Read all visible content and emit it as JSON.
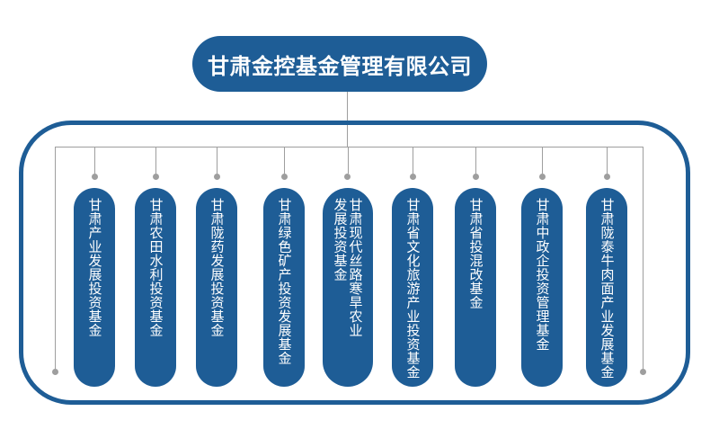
{
  "root": {
    "label": "甘肃金控基金管理有限公司"
  },
  "funds": [
    {
      "label": "甘肃产业发展投资基金"
    },
    {
      "label": "甘肃农田水利投资基金"
    },
    {
      "label": "甘肃陇药发展投资基金"
    },
    {
      "label": "甘肃绿色矿产投资发展基金"
    },
    {
      "label": "甘肃现代丝路寒旱农业发展投资基金"
    },
    {
      "label": "甘肃省文化旅游产业投资基金"
    },
    {
      "label": "甘肃省投混改基金"
    },
    {
      "label": "甘肃中政企投资管理基金"
    },
    {
      "label": "甘肃陇泰牛肉面产业发展基金"
    }
  ],
  "colors": {
    "node_fill": "#1e5d96",
    "frame_border": "#1e5d96",
    "connector": "#9e9e9e",
    "text": "#ffffff",
    "background": "#ffffff"
  }
}
